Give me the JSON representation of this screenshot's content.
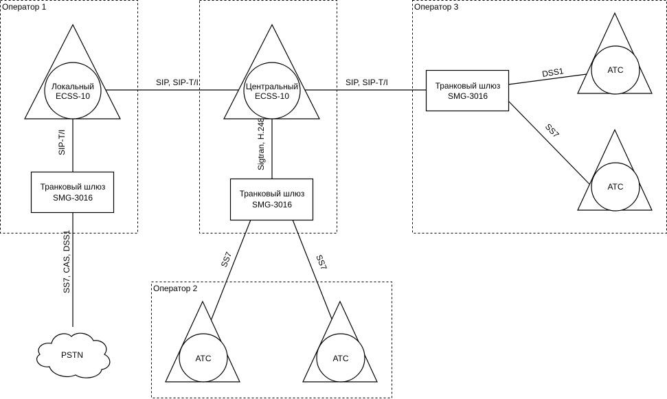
{
  "operators": [
    {
      "id": "op1",
      "title": "Оператор 1"
    },
    {
      "id": "op2",
      "title": "Оператор 2"
    },
    {
      "id": "op3",
      "title": "Оператор 3"
    }
  ],
  "nodes": {
    "local_ecss": {
      "line1": "Локальный",
      "line2": "ECSS-10"
    },
    "central_ecss": {
      "line1": "Центральный",
      "line2": "ECSS-10"
    },
    "gw1": {
      "line1": "Транковый шлюз",
      "line2": "SMG-3016"
    },
    "gw2": {
      "line1": "Транковый шлюз",
      "line2": "SMG-3016"
    },
    "gw3": {
      "line1": "Транковый шлюз",
      "line2": "SMG-3016"
    },
    "pstn": {
      "label": "PSTN"
    },
    "atc_op2_left": {
      "label": "АТС"
    },
    "atc_op2_right": {
      "label": "АТС"
    },
    "atc_op3_top": {
      "label": "АТС"
    },
    "atc_op3_bottom": {
      "label": "АТС"
    }
  },
  "links": {
    "local_to_central": "SIP, SIP-T/I",
    "central_to_gw3": "SIP, SIP-T/I",
    "local_to_gw1": "SIP-T/I",
    "gw1_to_pstn": "SS7, CAS, DSS1",
    "central_to_gw2": "Sigtran, H.248",
    "gw2_to_atc_left": "SS7",
    "gw2_to_atc_right": "SS7",
    "gw3_to_atc_top": "DSS1",
    "gw3_to_atc_bottom": "SS7"
  }
}
